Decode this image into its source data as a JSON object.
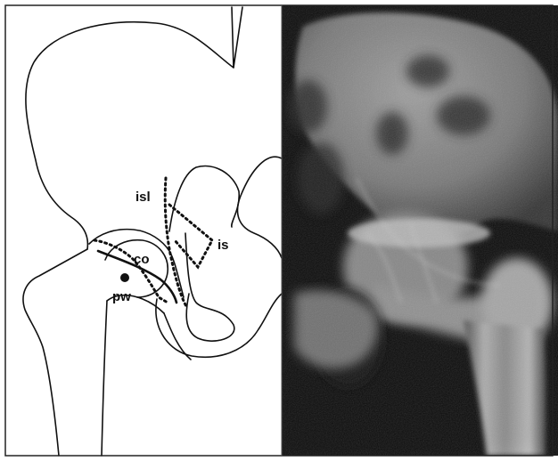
{
  "labels": {
    "isl": "isl",
    "is": "is",
    "co": "co",
    "pw": "pw"
  },
  "colors": {
    "frame": "#222222",
    "drawing_stroke": "#111111",
    "xray_background": "#0d0d0d",
    "bone_highlight": "#d9d9d9"
  },
  "panels": {
    "left": "line-drawing-icon",
    "right": "radiograph-image"
  }
}
